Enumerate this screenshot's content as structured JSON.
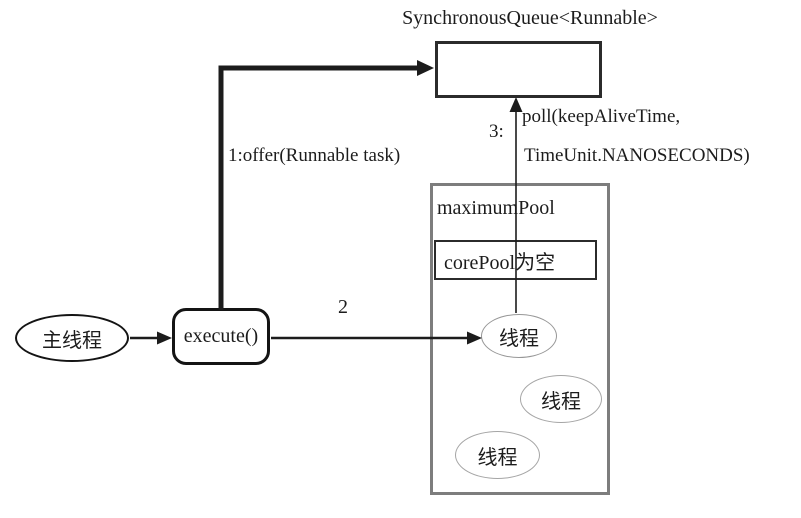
{
  "diagram": {
    "title": "SynchronousQueue<Runnable>",
    "nodes": {
      "main_thread": "主线程",
      "execute": "execute()",
      "maximum_pool": "maximumPool",
      "core_pool": "corePool为空",
      "threads": [
        "线程",
        "线程",
        "线程"
      ]
    },
    "labels": {
      "offer": "1:offer(Runnable task)",
      "step2": "2",
      "step3": "3:",
      "poll_line1": "poll(keepAliveTime,",
      "poll_line2": "TimeUnit.NANOSECONDS)"
    },
    "colors": {
      "line": "#1c1c1c",
      "node_border": "#141414",
      "queue_border": "#2b2b2b",
      "pool_border": "#7d7d7d",
      "thread_ellipse_border": "#9a9a9a",
      "background": "#ffffff"
    }
  }
}
